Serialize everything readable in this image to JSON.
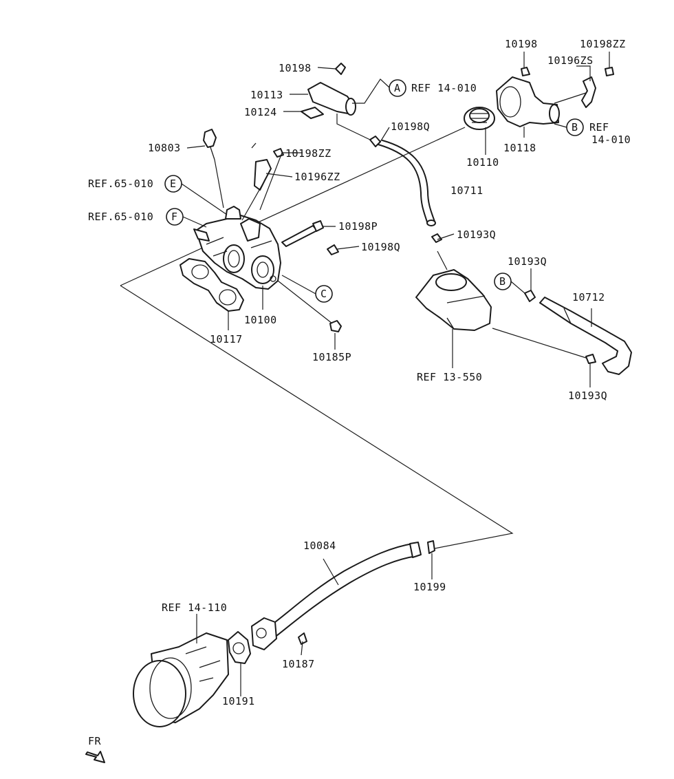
{
  "labels": {
    "p10198_top": "10198",
    "p10113": "10113",
    "p10124": "10124",
    "p10803": "10803",
    "p10198zz_mid": "10198ZZ",
    "p10196zz_mid": "10196ZZ",
    "p10198q_a": "10198Q",
    "p10198p": "10198P",
    "p10198q_b": "10198Q",
    "p10100": "10100",
    "p10117": "10117",
    "p10185p": "10185P",
    "p10110": "10110",
    "p10711": "10711",
    "p10193q_a": "10193Q",
    "p10193q_b": "10193Q",
    "p10193q_c": "10193Q",
    "p10712": "10712",
    "ref_13_550": "REF 13-550",
    "p10198_right": "10198",
    "p10198zz_right": "10198ZZ",
    "p10196zs": "10196ZS",
    "p10118": "10118",
    "ref_a": "REF 14-010",
    "ref_b_1": "REF",
    "ref_b_2": "14-010",
    "ref_e": "REF.65-010",
    "ref_f": "REF.65-010",
    "p10084": "10084",
    "p10199": "10199",
    "ref_14_110": "REF 14-110",
    "p10187": "10187",
    "p10191": "10191",
    "fr": "FR"
  },
  "callouts": {
    "a": "A",
    "b": "B",
    "c": "C",
    "d": "B",
    "e": "E",
    "f": "F"
  }
}
